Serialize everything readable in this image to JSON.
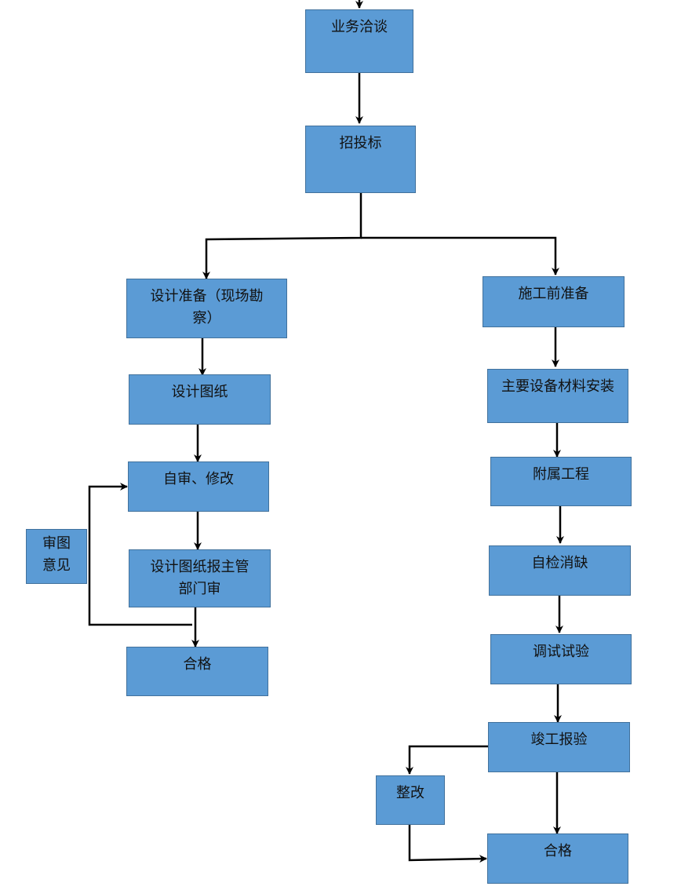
{
  "nodes": {
    "negotiation": "业务洽谈",
    "bidding": "招投标",
    "design_prep": "设计准备（现场勘察）",
    "design_drawings": "设计图纸",
    "self_review": "自审、修改",
    "submit_review": "设计图纸报主管部门审",
    "qualified_left": "合格",
    "review_opinion": "审图意见",
    "construction_prep": "施工前准备",
    "equipment_install": "主要设备材料安装",
    "auxiliary": "附属工程",
    "self_check": "自检消缺",
    "debug_test": "调试试验",
    "completion": "竣工报验",
    "rectify": "整改",
    "qualified_right": "合格"
  },
  "colors": {
    "box_fill": "#5b9bd5",
    "box_border": "#41719c",
    "arrow": "#000000"
  }
}
